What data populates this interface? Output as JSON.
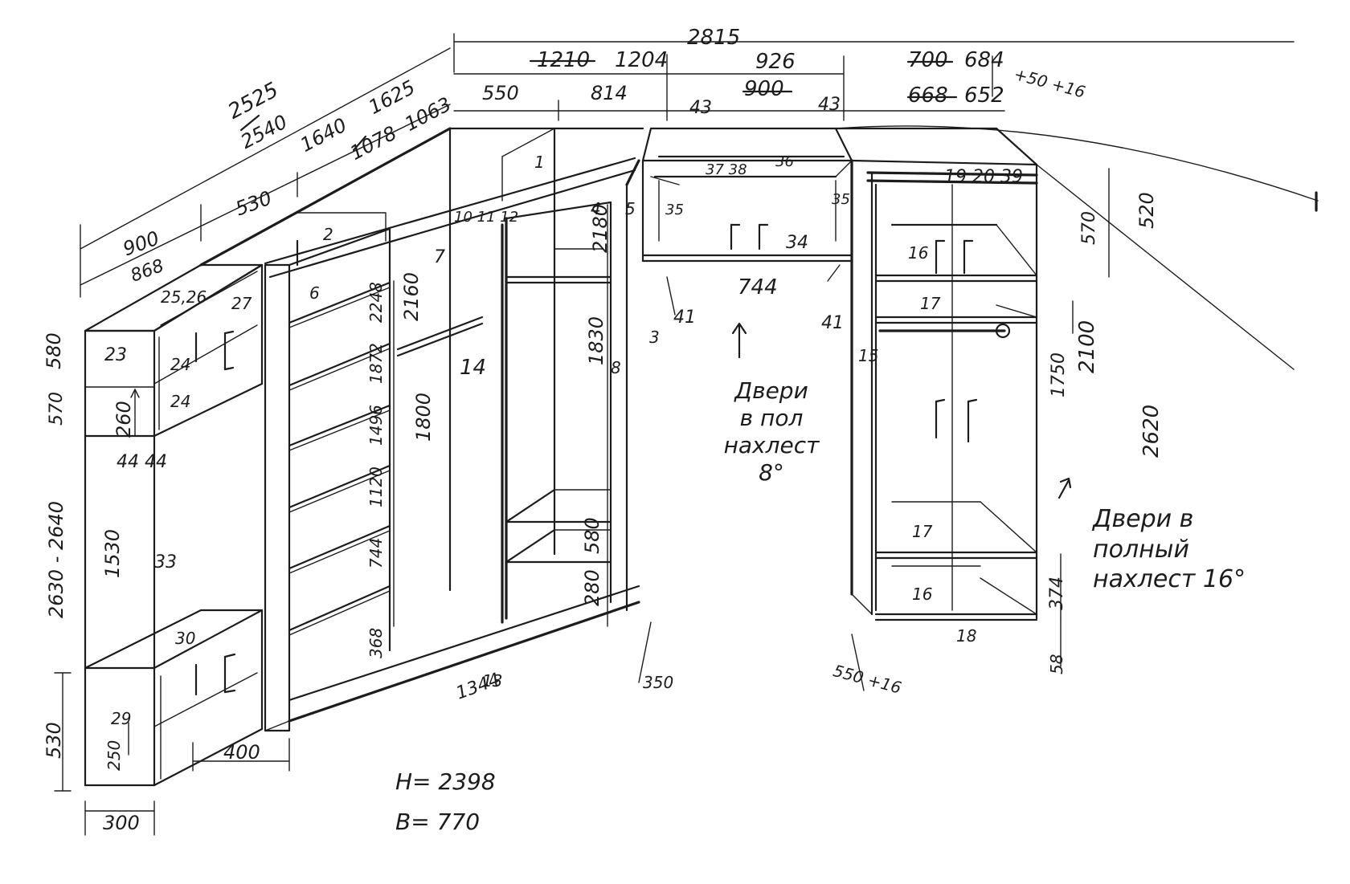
{
  "dims_top": {
    "overall": "2815",
    "left_total_a": "2525",
    "left_total_b": "2540",
    "left_mid_a": "1640",
    "left_mid_b": "1625",
    "left_inner_a": "1078",
    "left_inner_b": "1063",
    "mid_a": "1210",
    "mid_b": "1204",
    "mid_left": "550",
    "mid_right": "814",
    "corner_a": "926",
    "corner_b": "900",
    "right_a": "700",
    "right_b": "684",
    "right_c": "668",
    "right_d": "652",
    "right_allowance": "+50 +16",
    "gap_left": "43",
    "gap_right": "43"
  },
  "dims_left": {
    "width_900": "900",
    "width_868": "868",
    "width_530": "530",
    "depth_a": "580",
    "depth_b": "570",
    "height_260": "260",
    "height_range": "2630 - 2640",
    "height_1530": "1530",
    "height_530": "530",
    "height_250": "250",
    "width_300": "300",
    "width_400": "400",
    "val_44": "44"
  },
  "dims_mid": {
    "h_2248": "2248",
    "h_1872": "1872",
    "h_1496": "1496",
    "h_1120": "1120",
    "h_744": "744",
    "h_368": "368",
    "h_2160": "2160",
    "h_1800": "1800",
    "h_2180": "2180",
    "h_1830": "1830",
    "h_580": "580",
    "h_280": "280",
    "w_1344": "1344",
    "d_350": "350",
    "w_744": "744"
  },
  "dims_right": {
    "h_520": "520",
    "h_570": "570",
    "h_2100": "2100",
    "h_1750": "1750",
    "h_2620": "2620",
    "h_374": "374",
    "h_58": "58",
    "d_550": "550 +16"
  },
  "parts": {
    "p1": "1",
    "p2": "2",
    "p3": "3",
    "p4": "4",
    "p5": "5",
    "p6": "6",
    "p7": "7",
    "p8": "8",
    "p10_11_12": "10 11 12",
    "p13": "13",
    "p14": "14",
    "p15": "15",
    "p16a": "16",
    "p16b": "16",
    "p17a": "17",
    "p17b": "17",
    "p18": "18",
    "p19_20_39": "19 20 39",
    "p23": "23",
    "p24a": "24",
    "p24b": "24",
    "p25_26": "25,26",
    "p27": "27",
    "p29": "29",
    "p30": "30",
    "p33": "33",
    "p34": "34",
    "p35a": "35",
    "p35b": "35",
    "p37_38": "37 38",
    "p36": "36",
    "p41a": "41",
    "p41b": "41",
    "p44": "44"
  },
  "notes": {
    "door_note_1": [
      "Двери",
      "в пол",
      "нахлест",
      "8°"
    ],
    "door_note_2": [
      "Двери в",
      "полный",
      "нахлест 16°"
    ],
    "h_total": "H= 2398",
    "b_total": "B= 770"
  }
}
